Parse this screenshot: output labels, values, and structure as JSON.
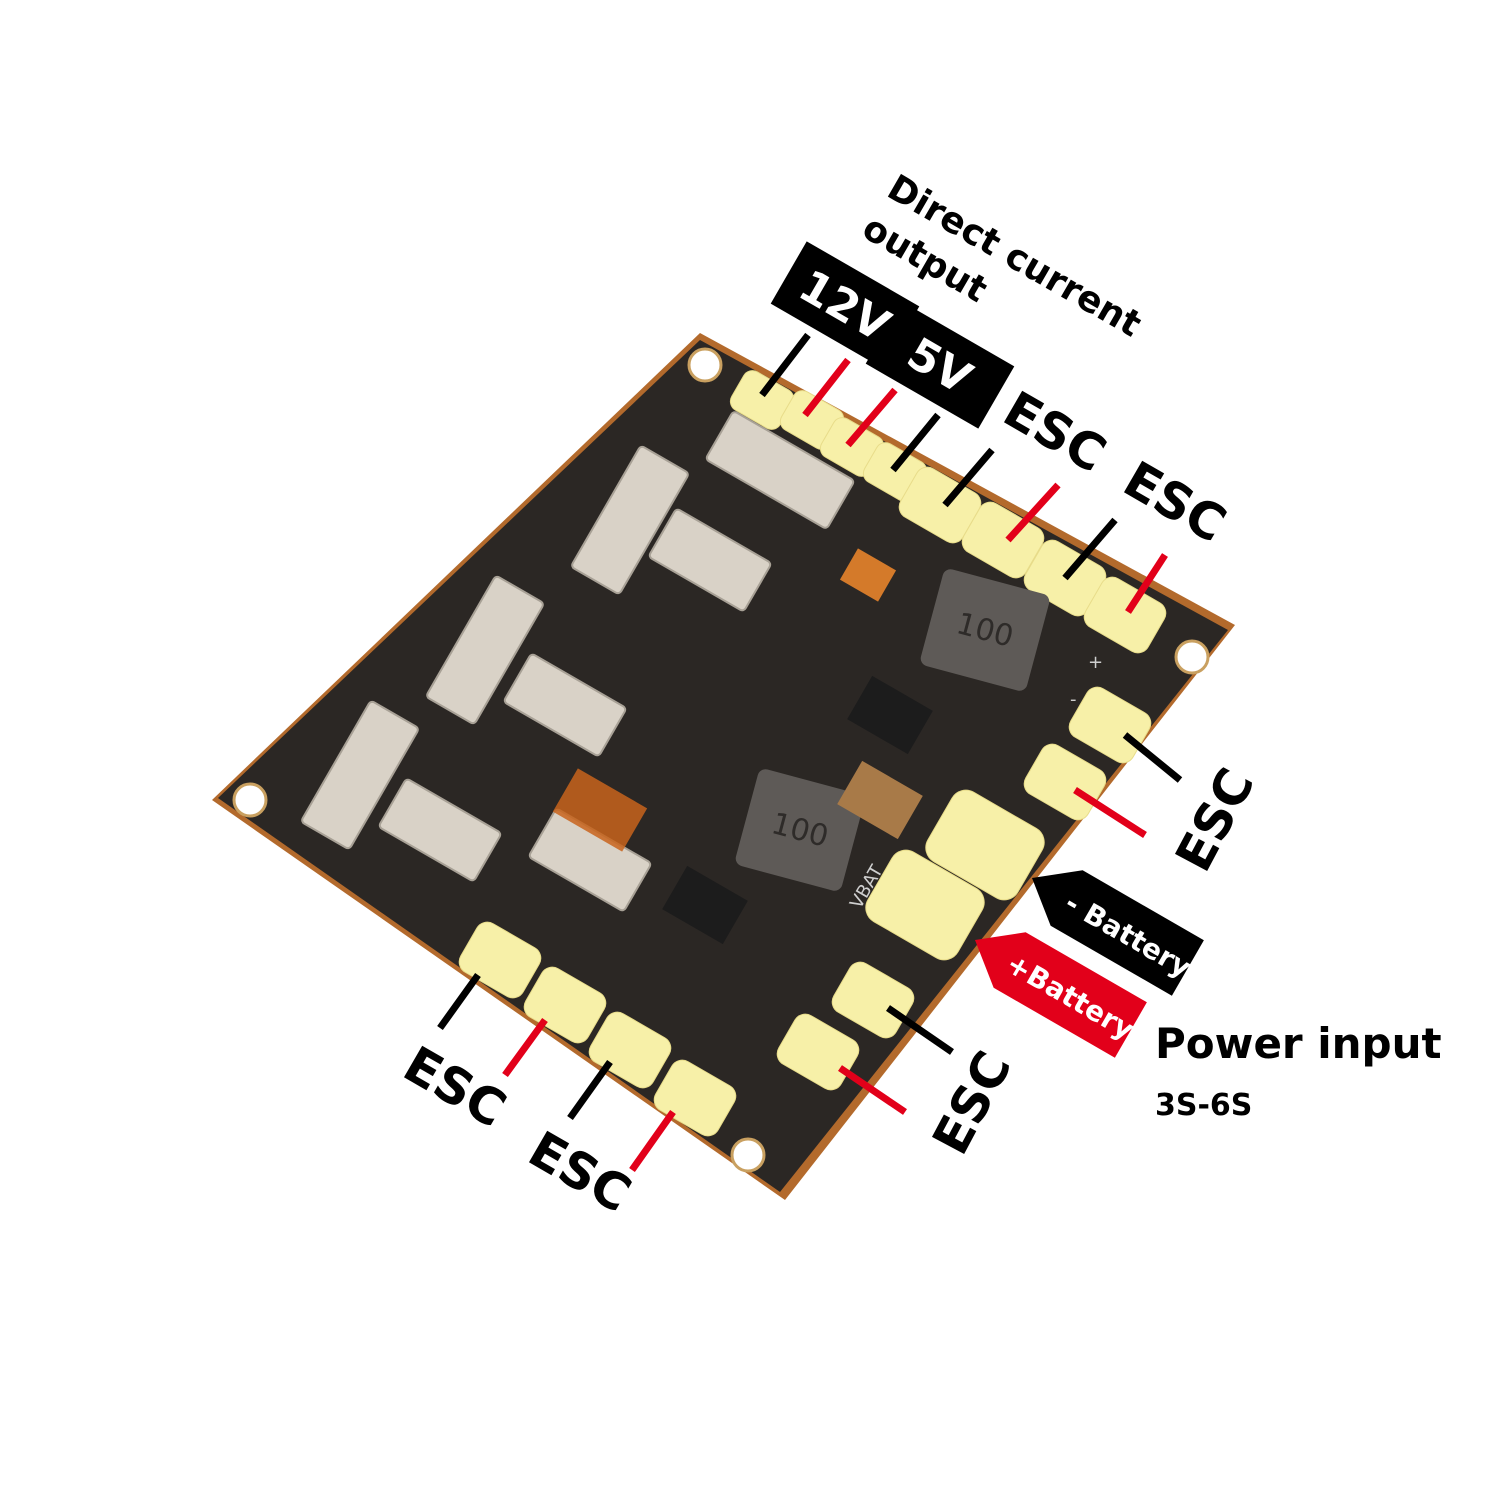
{
  "title": {
    "line1": "Direct current",
    "line2": "output"
  },
  "voltage_boxes": [
    {
      "label": "12V"
    },
    {
      "label": "5V"
    }
  ],
  "esc_labels": [
    "ESC",
    "ESC",
    "ESC",
    "ESC",
    "ESC",
    "ESC"
  ],
  "battery": {
    "negative": "- Battery",
    "positive": "+Battery"
  },
  "power_input": {
    "title": "Power input",
    "range": "3S-6S"
  },
  "silkscreen": {
    "inductor_1": "100",
    "inductor_2": "100",
    "vbat": "VBAT",
    "plus": "+",
    "minus": "-"
  },
  "colors": {
    "board": "#2b2724",
    "pad": "#f7f0a8",
    "red": "#e2001a",
    "black": "#000000",
    "connector": "#d9d2c7"
  }
}
